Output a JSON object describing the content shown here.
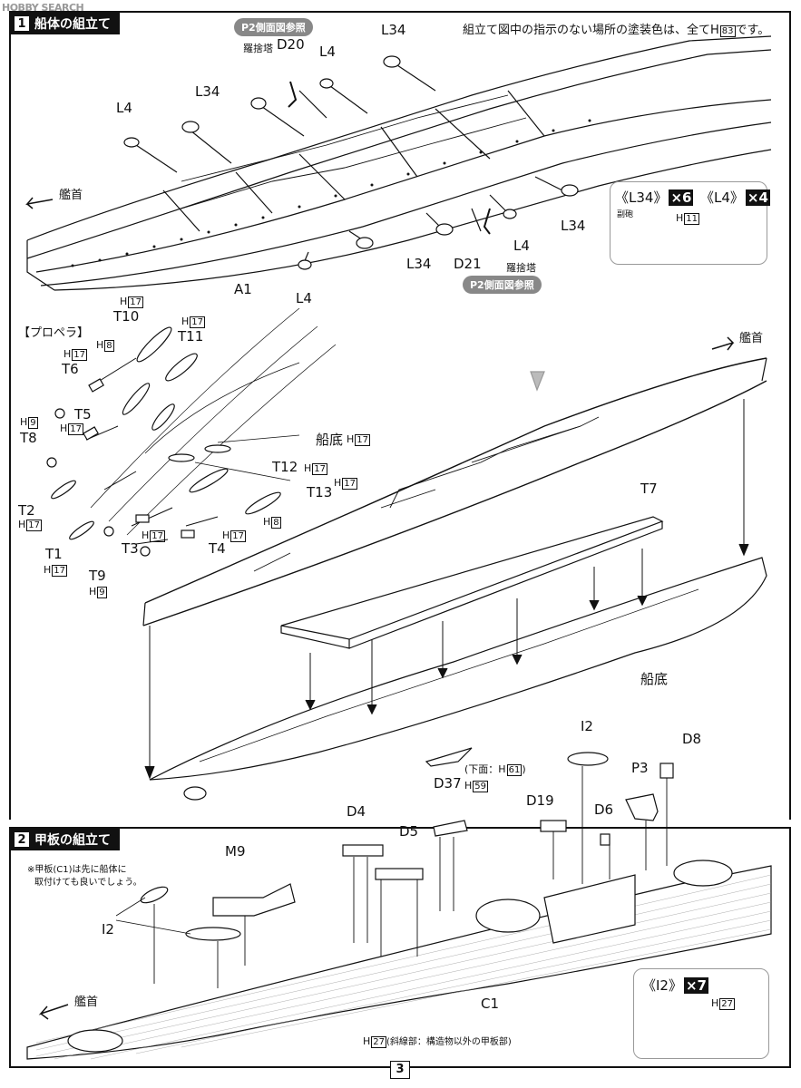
{
  "watermark": "HOBBY SEARCH",
  "step1": {
    "num": "1",
    "title": "船体の組立て"
  },
  "step2": {
    "num": "2",
    "title": "甲板の組立て"
  },
  "top_note": "組立て図中の指示のない場所の塗装色は、全てH",
  "top_note_code": "83",
  "top_note_end": "です。",
  "ref_pill_top": "P2側面図参照",
  "ref_pill_bottom": "P2側面図参照",
  "labels": {
    "d20_sub": "羅捨塔",
    "d20": "D20",
    "l4": "L4",
    "l34": "L34",
    "bow": "艦首",
    "a1": "A1",
    "d21": "D21",
    "d21_sub": "羅捨塔",
    "propeller": "【プロペラ】",
    "t10": "T10",
    "t11": "T11",
    "t6": "T6",
    "t5": "T5",
    "t8": "T8",
    "t2": "T2",
    "t1": "T1",
    "t3": "T3",
    "t4": "T4",
    "t9": "T9",
    "t12": "T12",
    "t13": "T13",
    "t7": "T7",
    "hull_bottom": "船底",
    "i2": "I2",
    "d8": "D8",
    "p3": "P3",
    "d6": "D6",
    "d37": "D37",
    "d19": "D19",
    "d4": "D4",
    "d5": "D5",
    "m9": "M9",
    "c1": "C1",
    "underside": "(下面：H",
    "underside_end": ")",
    "deck_note": "(斜線部：構造物以外の甲板部)",
    "sub_gun": "副砲"
  },
  "h_codes": {
    "h17": "17",
    "h8": "8",
    "h9": "9",
    "h11": "11",
    "h27": "27",
    "h59": "59",
    "h61": "61",
    "h_prefix": "H"
  },
  "qty": {
    "l34_label": "《L34》",
    "l34_count": "×6",
    "l4_label": "《L4》",
    "l4_count": "×4",
    "i2_label": "《I2》",
    "i2_count": "×7"
  },
  "step2_note_line1": "※甲板(C1)は先に船体に",
  "step2_note_line2": "取付けても良いでしょう。",
  "page_number": "3"
}
